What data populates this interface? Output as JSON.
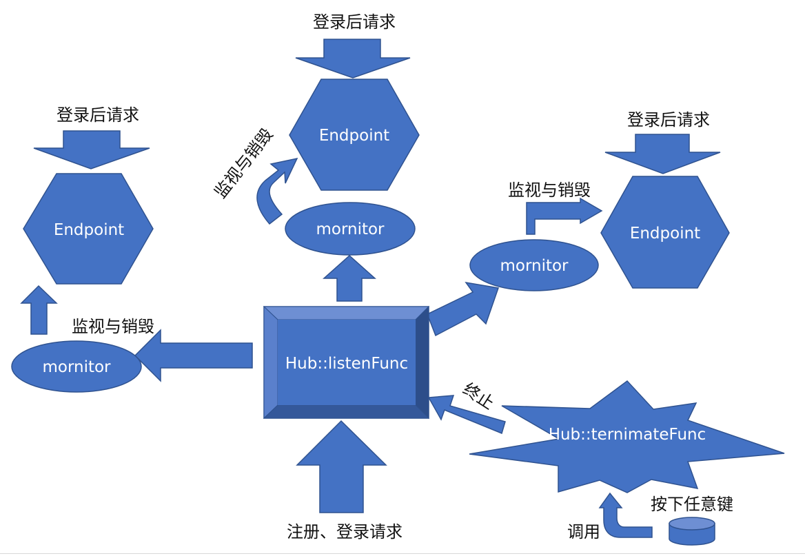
{
  "colors": {
    "fill": "#4472C4",
    "stroke": "#2F528F",
    "bevel_top": "#6E8FD3",
    "bevel_left": "#5A80CC",
    "bevel_right": "#2D4E8A",
    "bevel_bottom": "#34589A",
    "text_dark": "#111111",
    "text_light": "#FFFFFF"
  },
  "hub": {
    "label": "Hub::listenFunc"
  },
  "terminate": {
    "label": "Hub::ternimateFunc"
  },
  "endpoints": [
    {
      "label": "Endpoint",
      "request_label": "登录后请求"
    },
    {
      "label": "Endpoint",
      "request_label": "登录后请求"
    },
    {
      "label": "Endpoint",
      "request_label": "登录后请求"
    }
  ],
  "monitors": [
    {
      "label": "mornitor",
      "action_label": "监视与销毁"
    },
    {
      "label": "mornitor",
      "action_label": "监视与销毁"
    },
    {
      "label": "mornitor",
      "action_label": "监视与销毁"
    }
  ],
  "labels": {
    "register": "注册、登录请求",
    "terminate_edge": "终止",
    "keypress": "按下任意键",
    "invoke": "调用"
  },
  "icons": {
    "keyboard": "cylinder-disk-icon",
    "arrows": "block-arrow-icon"
  }
}
